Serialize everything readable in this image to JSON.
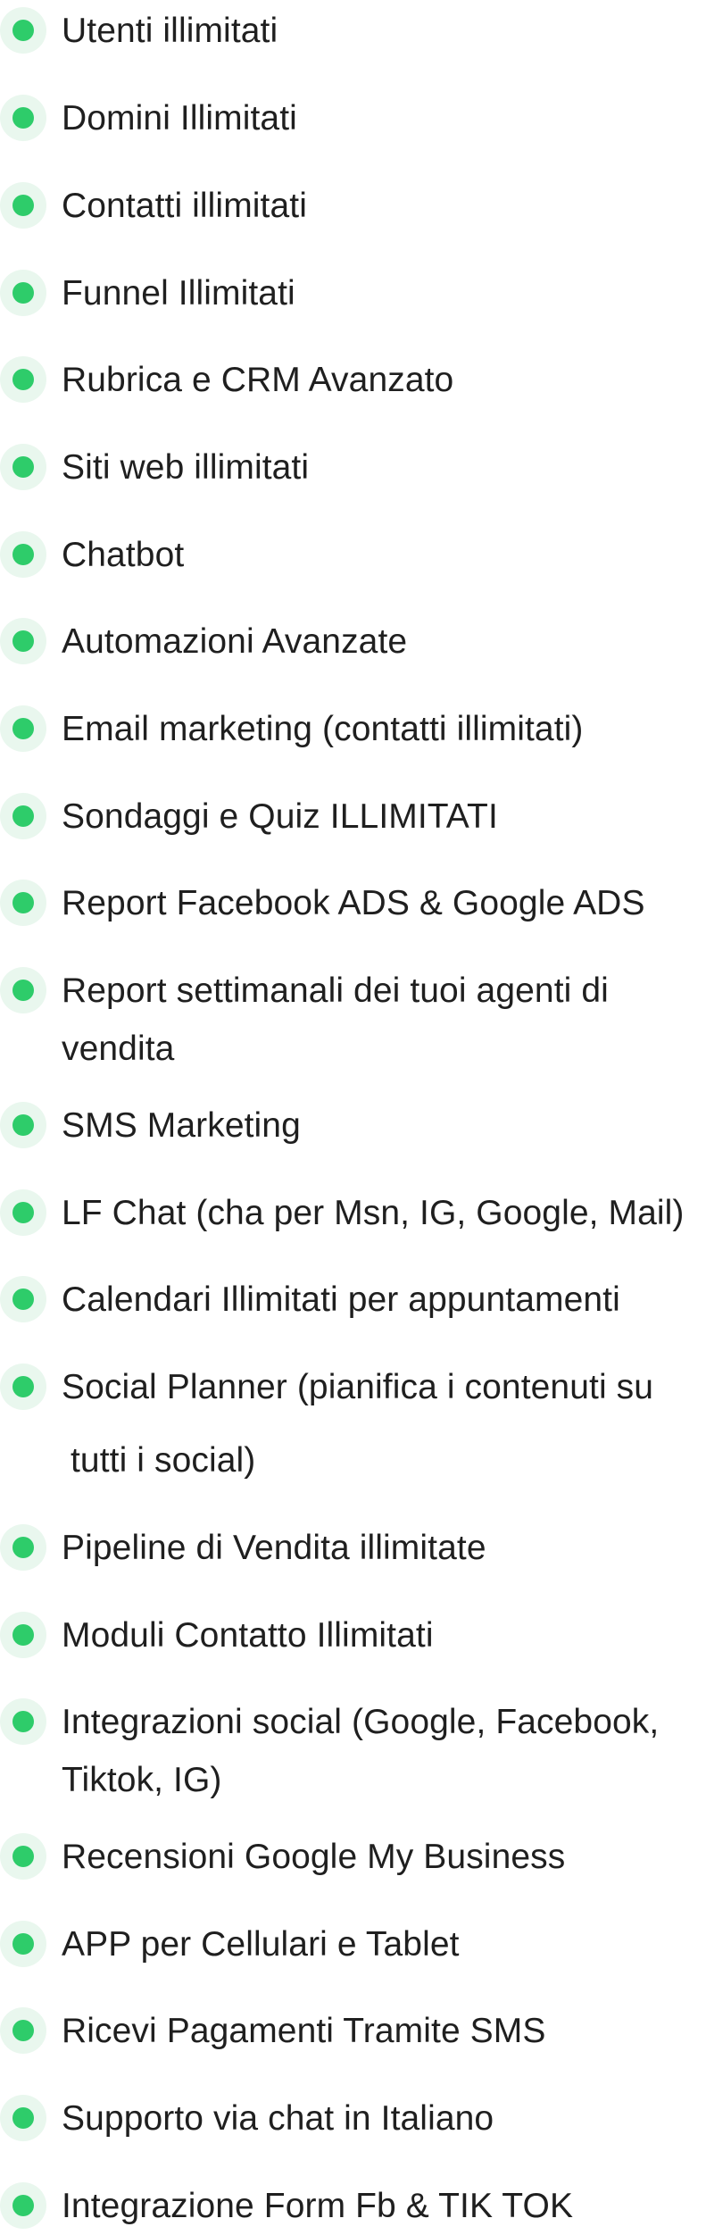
{
  "features": [
    {
      "line1": "Utenti illimitati"
    },
    {
      "line1": "Domini Illimitati"
    },
    {
      "line1": "Contatti illimitati"
    },
    {
      "line1": "Funnel Illimitati"
    },
    {
      "line1": "Rubrica e CRM Avanzato"
    },
    {
      "line1": "Siti web illimitati"
    },
    {
      "line1": "Chatbot"
    },
    {
      "line1": "Automazioni Avanzate"
    },
    {
      "line1": "Email marketing (contatti illimitati)"
    },
    {
      "line1": "Sondaggi e Quiz ILLIMITATI"
    },
    {
      "line1": "Report Facebook ADS & Google ADS"
    },
    {
      "line1": "Report settimanali dei tuoi agenti di",
      "line2": "vendita"
    },
    {
      "line1": "SMS Marketing"
    },
    {
      "line1": "LF Chat (cha per Msn, IG, Google, Mail)"
    },
    {
      "line1": "Calendari Illimitati per appuntamenti"
    },
    {
      "line1": "Social Planner (pianifica i contenuti su",
      "line2": "tutti i social)"
    },
    {
      "line1": "Pipeline di Vendita illimitate"
    },
    {
      "line1": "Moduli Contatto Illimitati"
    },
    {
      "line1": "Integrazioni social (Google, Facebook,",
      "line2": "Tiktok, IG)"
    },
    {
      "line1": "Recensioni Google My Business"
    },
    {
      "line1": "APP per Cellulari e Tablet"
    },
    {
      "line1": "Ricevi Pagamenti Tramite SMS"
    },
    {
      "line1": "Supporto via chat in Italiano"
    },
    {
      "line1": "Integrazione Form Fb & TIK TOK"
    }
  ],
  "colors": {
    "bullet_dot": "#2ecc6a",
    "bullet_halo": "#e9f7ee",
    "text": "#1f1f1f"
  }
}
